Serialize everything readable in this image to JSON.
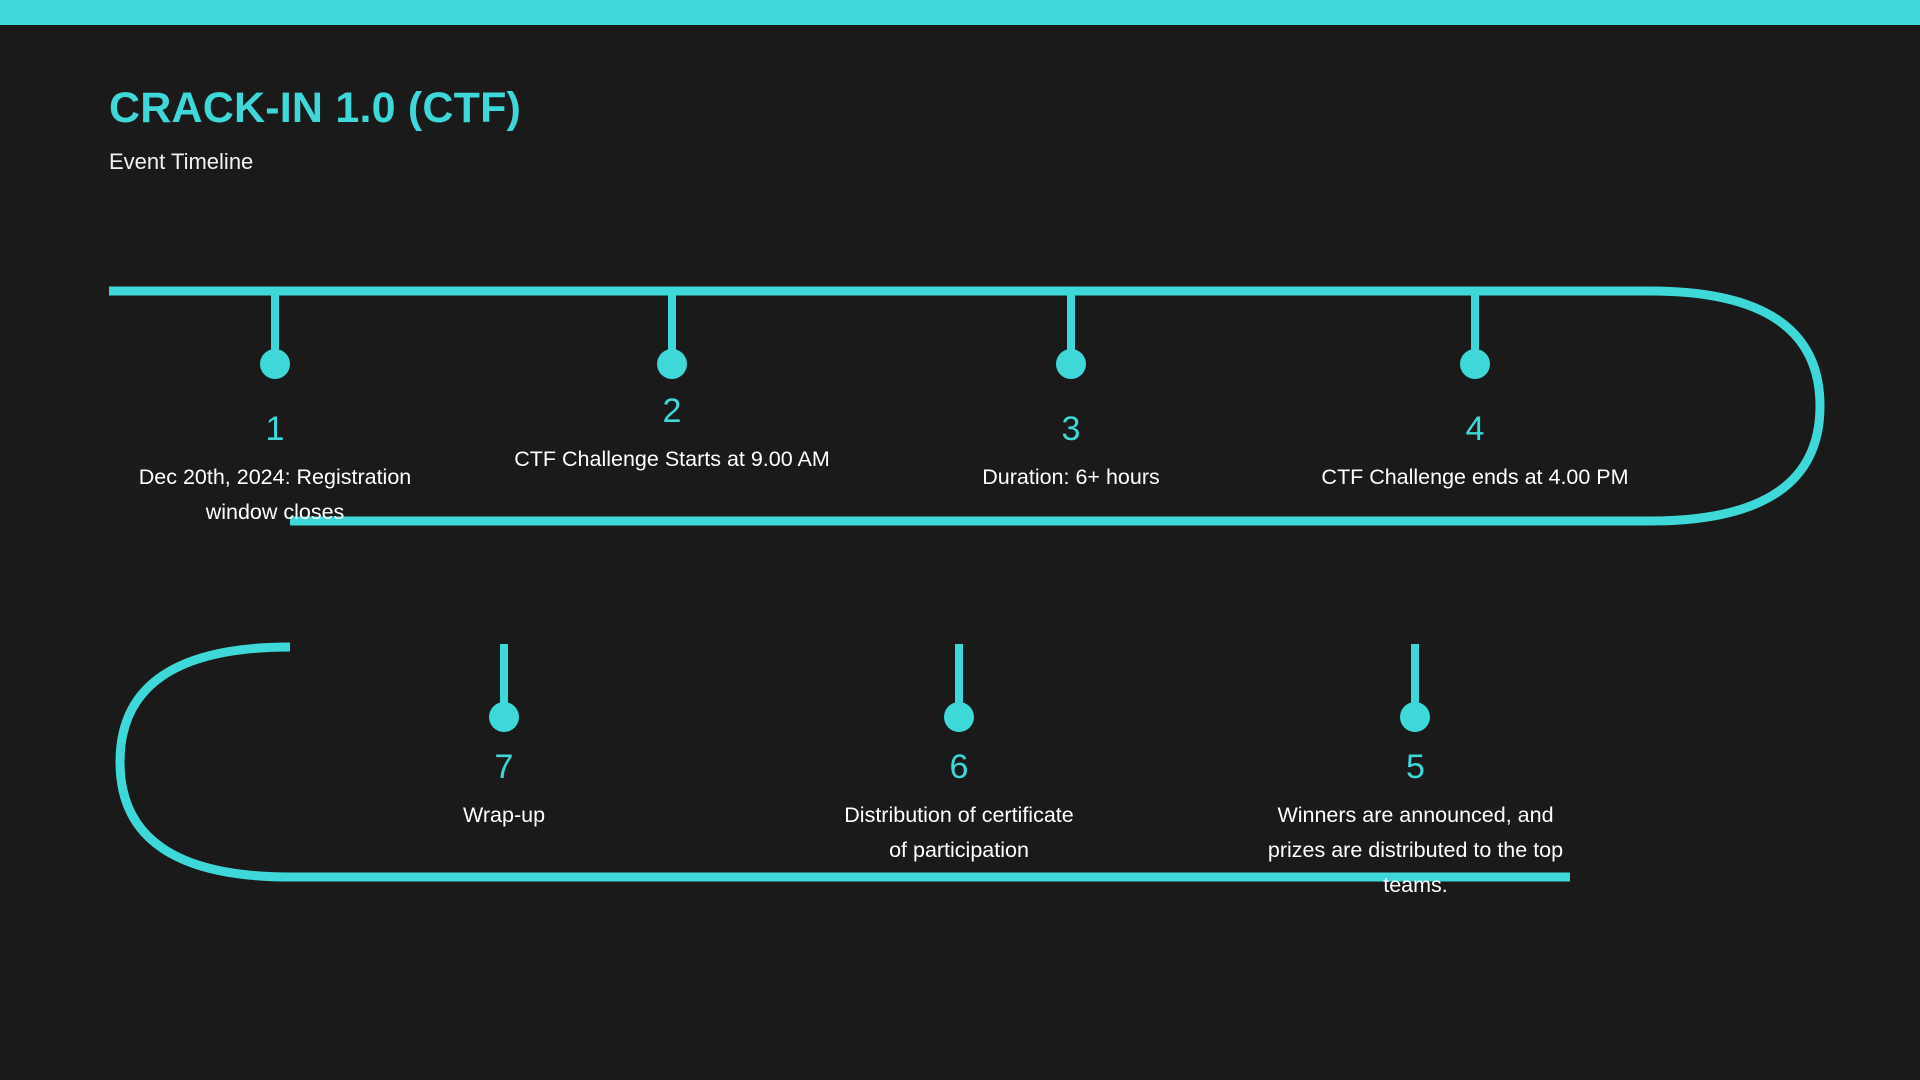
{
  "theme": {
    "background": "#1a1a1a",
    "accent": "#3ED8D8",
    "text": "#FFFFFF",
    "subtitle": "#F2F2F2"
  },
  "header": {
    "title": "CRACK-IN 1.0 (CTF)",
    "subtitle": "Event Timeline"
  },
  "timeline": {
    "nodes": [
      {
        "number": "1",
        "text": "Dec 20th, 2024: Registration window closes"
      },
      {
        "number": "2",
        "text": "CTF Challenge Starts at 9.00 AM"
      },
      {
        "number": "3",
        "text": "Duration: 6+ hours"
      },
      {
        "number": "4",
        "text": "CTF Challenge ends at 4.00 PM"
      },
      {
        "number": "5",
        "text": "Winners are announced, and prizes are distributed to the top teams."
      },
      {
        "number": "6",
        "text": "Distribution of certificate of participation"
      },
      {
        "number": "7",
        "text": "Wrap-up"
      }
    ]
  }
}
